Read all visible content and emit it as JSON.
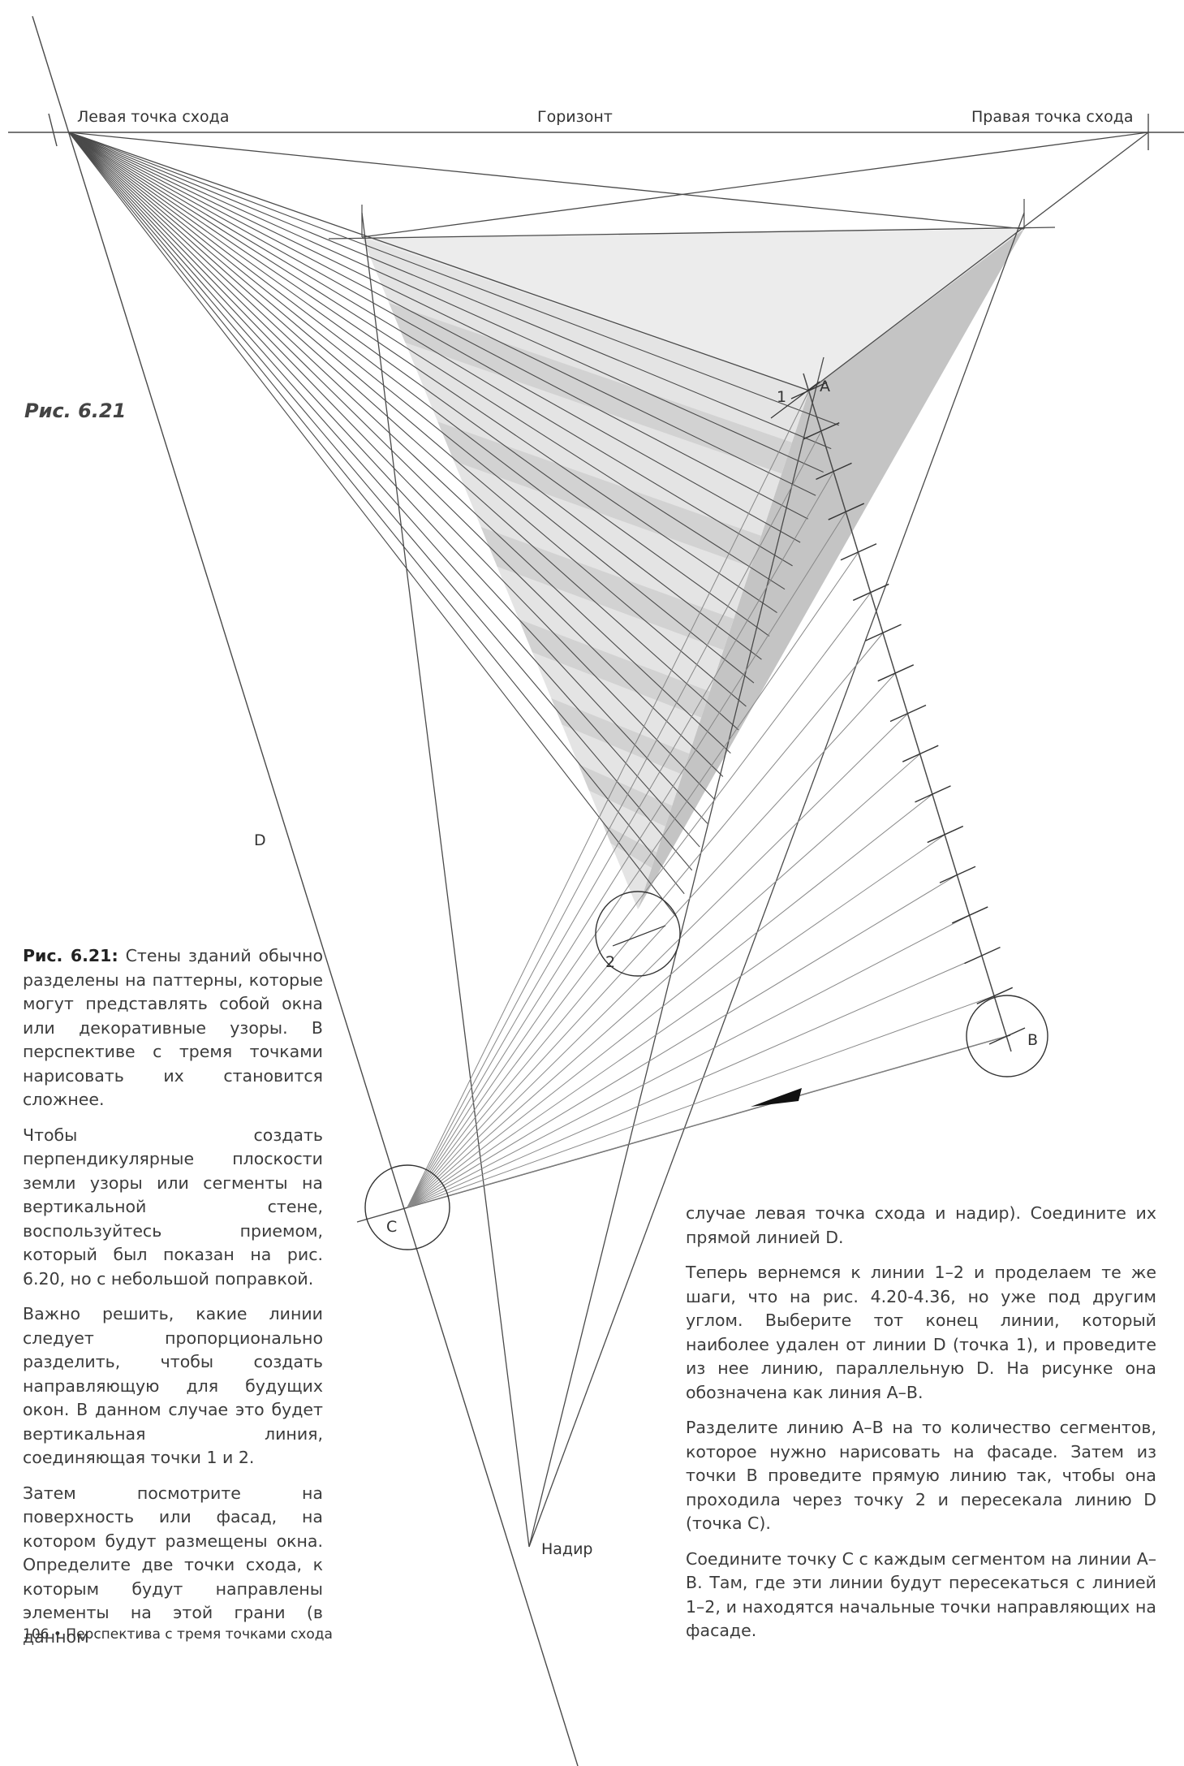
{
  "figure": {
    "labels": {
      "left_vp": "Левая точка схода",
      "horizon": "Горизонт",
      "right_vp": "Правая точка схода",
      "point_a": "A",
      "point_1": "1",
      "point_b": "B",
      "point_2": "2",
      "point_c": "C",
      "line_d": "D",
      "nadir": "Надир"
    },
    "caption_ref": "Рис. 6.21"
  },
  "caption": {
    "label": "Рис. 6.21:",
    "p1": "Стены зданий обычно разделены на паттерны, которые могут представлять собой окна или декоративные узоры. В перспективе с тремя точками нарисовать их становится сложнее.",
    "p2": "Чтобы создать перпендикулярные плоскости земли узоры или сегменты на вертикальной стене, воспользуйтесь приемом, который был показан на рис. 6.20, но с небольшой поправкой.",
    "p3": "Важно решить, какие линии следует пропорционально разделить, чтобы создать направляющую для будущих окон. В данном случае это будет вертикальная линия, соединяющая точки 1 и 2.",
    "p4": "Затем посмотрите на поверхность или фасад, на котором будут размещены окна. Определите две точки схода, к которым будут направлены элементы на этой грани (в данном"
  },
  "right_text": {
    "p1": "случае левая точка схода и надир). Соедините их прямой линией D.",
    "p2": "Теперь вернемся к линии 1–2 и проделаем те же шаги, что на рис. 4.20-4.36, но уже под другим углом. Выберите тот конец линии, который наиболее удален от линии D (точка 1), и проведите из нее линию, параллельную D. На рисунке она обозначена как линия A–B.",
    "p3": "Разделите линию A–B на то количество сегментов, которое нужно нарисовать на фасаде. Затем из точки B проведите прямую линию так, чтобы она проходила через точку 2 и пересекала линию D (точка C).",
    "p4": "Соедините точку C с каждым сегментом на линии A–B. Там, где эти линии будут пересекаться с линией 1–2, и находятся начальные точки направляющих на фасаде."
  },
  "footer": "106 • Перспектива с тремя точками схода",
  "colors": {
    "face_light": "#ececec",
    "face_mid": "#d6d6d6",
    "face_dark": "#c4c4c4",
    "line": "#4a4a4a",
    "text": "#3c3c3c"
  }
}
